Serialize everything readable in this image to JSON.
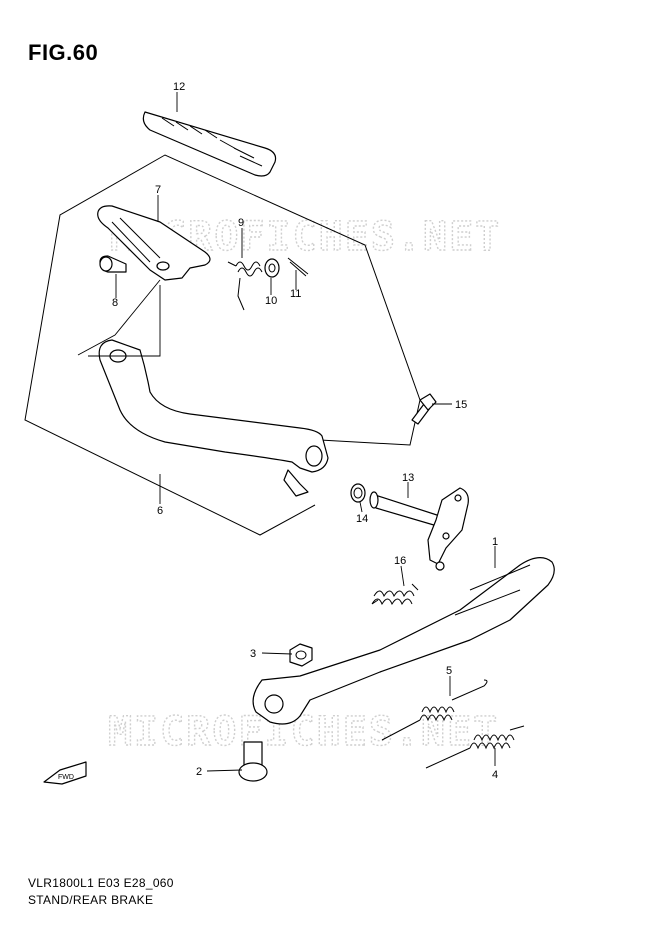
{
  "figure_title": "FIG.60",
  "footer": {
    "model_code": "VLR1800L1 E03 E28_060",
    "section_title": "STAND/REAR BRAKE"
  },
  "watermark": "MICROFICHES.NET",
  "fwd_label": "FWD",
  "callouts": {
    "c1": "1",
    "c2": "2",
    "c3": "3",
    "c4": "4",
    "c5": "5",
    "c6": "6",
    "c7": "7",
    "c8": "8",
    "c9": "9",
    "c10": "10",
    "c11": "11",
    "c12": "12",
    "c13": "13",
    "c14": "14",
    "c15": "15",
    "c16": "16"
  }
}
